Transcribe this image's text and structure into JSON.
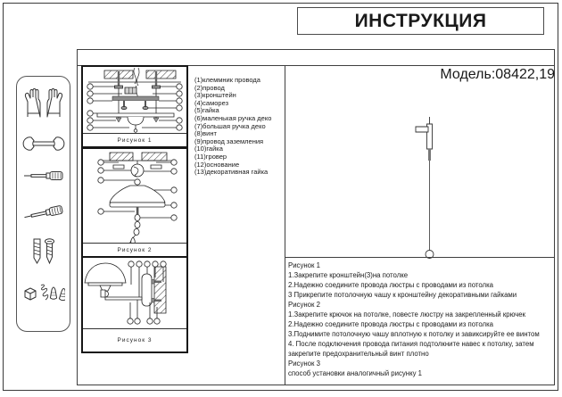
{
  "title": "ИНСТРУКЦИЯ",
  "model": "Модель:08422,19",
  "figures": [
    {
      "caption": "Рисунок 1"
    },
    {
      "caption": "Рисунок 2"
    },
    {
      "caption": "Рисунок 3"
    }
  ],
  "parts": [
    "(1)клеммник провода",
    "(2)провод",
    "(3)кронштейн",
    "(4)саморез",
    "(5)гайка",
    "(6)маленькая ручка деко",
    "(7)большая ручка деко",
    "(8)винт",
    "(9)провод заземления",
    "(10)гайка",
    "(11)гровер",
    "(12)основание",
    "(13)декоративная гайка"
  ],
  "instructions": [
    "Рисунок 1",
    "1.Закрепите кронштейн(3)на потолке",
    "2.Надежно соедините провода люстры с проводами из потолка",
    "3 Прикрепите потолочную чашу к кронштейну декоративными гайками",
    "Рисунок 2",
    "1.Закрепите крючок на потолке, повесте люстру на закрепленный крючек",
    "2.Надежно соедините провода люстры с проводами из потолка",
    "3.Поднимите потолочную чашу вплотную к потолку и завиксируйте ее винтом",
    "4. После подключения провода питания подтолкните навес к потолку, затем закрепите предохранительный винт плотно",
    "Рисунок 3",
    " способ установки аналогичный рисунку 1"
  ],
  "sidebar": {
    "icons": [
      "work-gloves",
      "open-end-wrench",
      "screwdriver",
      "screwdriver-angled",
      "wall-plug-and-screw",
      "terminal-and-wire-nuts"
    ]
  },
  "colors": {
    "ink": "#1a1a1a",
    "border": "#3f3f3f",
    "metal_gray": "#8d8d8d"
  }
}
